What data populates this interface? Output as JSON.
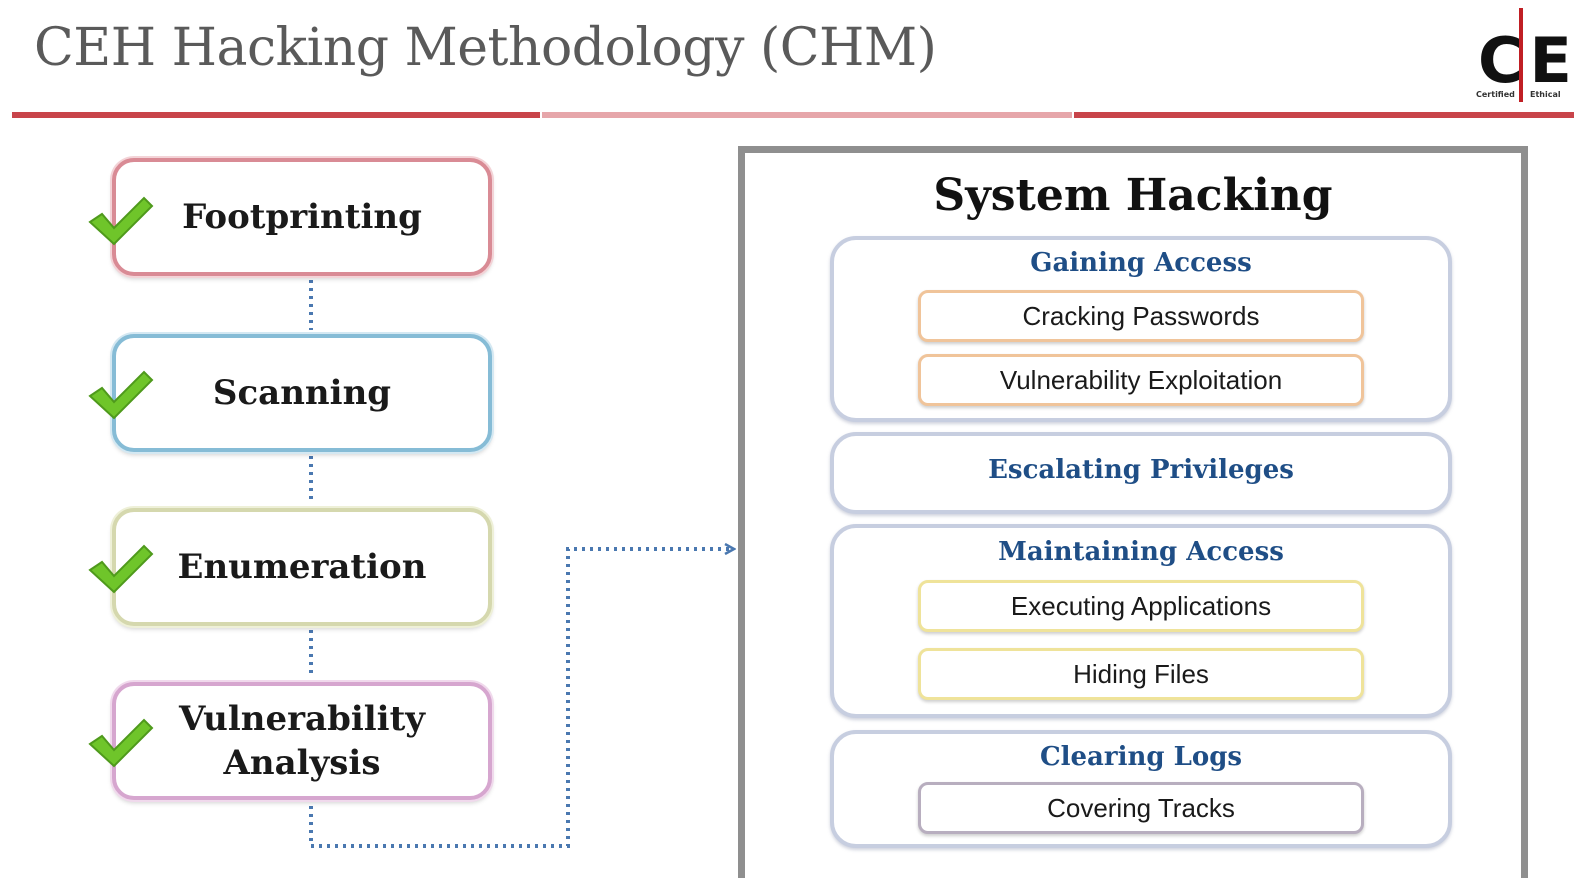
{
  "header": {
    "title": "CEH Hacking Methodology (CHM)",
    "logo_letters": "CE",
    "logo_sub_1": "Certified",
    "logo_sub_2": "Ethical"
  },
  "steps": [
    {
      "label": "Footprinting",
      "checked": true
    },
    {
      "label": "Scanning",
      "checked": true
    },
    {
      "label": "Enumeration",
      "checked": true
    },
    {
      "label": "Vulnerability Analysis",
      "checked": true
    }
  ],
  "system_hacking": {
    "title": "System Hacking",
    "groups": [
      {
        "title": "Gaining Access",
        "items": [
          "Cracking Passwords",
          "Vulnerability Exploitation"
        ]
      },
      {
        "title": "Escalating Privileges",
        "items": []
      },
      {
        "title": "Maintaining Access",
        "items": [
          "Executing Applications",
          "Hiding Files"
        ]
      },
      {
        "title": "Clearing Logs",
        "items": [
          "Covering Tracks"
        ]
      }
    ]
  },
  "colors": {
    "header_red": "#c8444a",
    "header_red_light": "#e8a0a4",
    "step_borders": [
      "#d98b95",
      "#86bcd6",
      "#d9dcb4",
      "#d6a6cf"
    ],
    "check_green": "#6fc52a",
    "group_title": "#1f4e86",
    "connector": "#4a78b0",
    "item_border_gaining": "#f0c49a",
    "item_border_maintaining": "#f0e6a0",
    "item_border_clearing": "#b8aebf"
  }
}
